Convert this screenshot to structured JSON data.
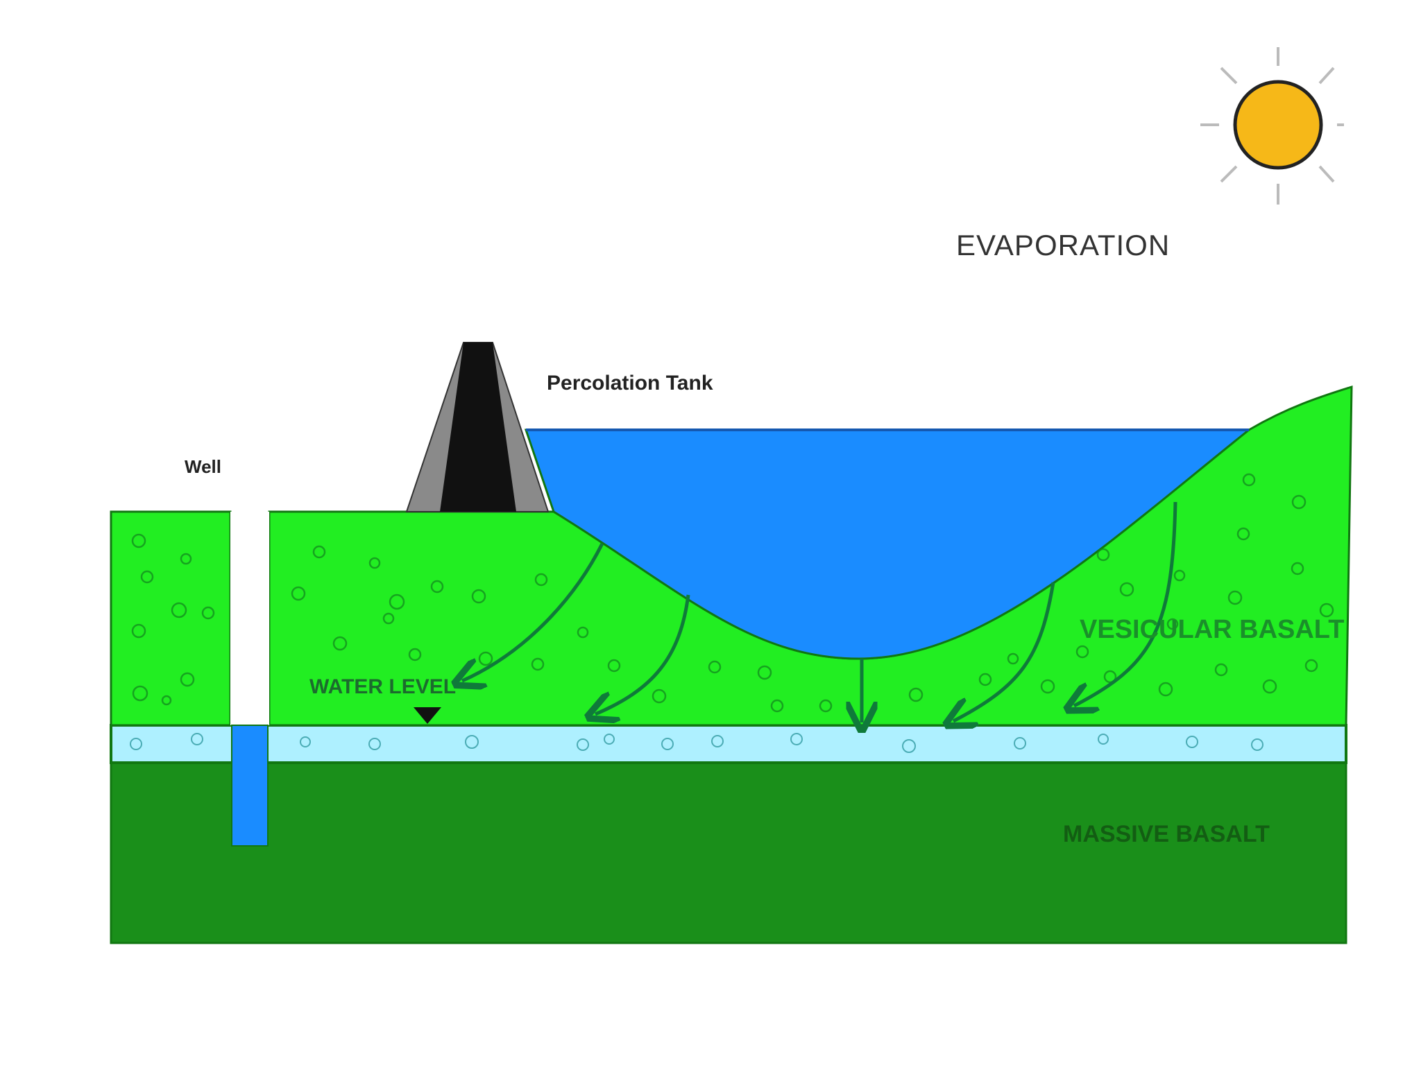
{
  "labels": {
    "evaporation": "EVAPORATION",
    "percolation_tank": "Percolation Tank",
    "well": "Well",
    "water_level": "WATER LEVEL",
    "vesicular_basalt": "VESICULAR BASALT",
    "massive_basalt": "MASSIVE BASALT"
  },
  "colors": {
    "light_green": "#22ee22",
    "dark_green": "#1a8f1a",
    "water_blue": "#1a8cff",
    "aquifer_blue": "#aef0ff",
    "dam_black": "#111111",
    "dam_grey": "#8a8a8a",
    "sun_yellow": "#f6b818",
    "outline_green": "#117711",
    "arrow_green": "#0f7a3a"
  },
  "icons": {
    "sun": "sun-icon",
    "water_level_marker": "triangle-down-icon"
  }
}
